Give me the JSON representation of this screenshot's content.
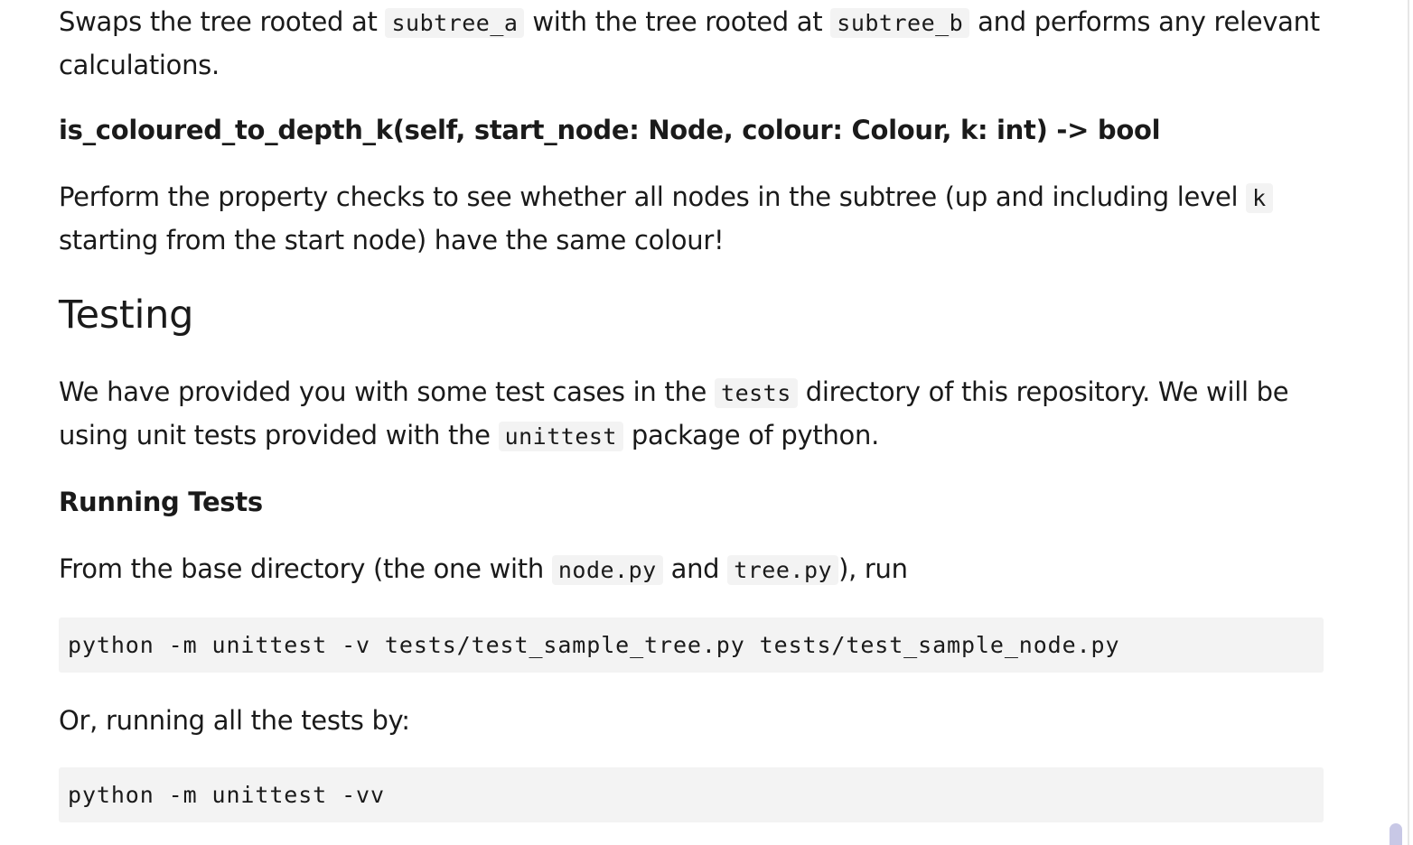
{
  "para_swap": {
    "pre": "Swaps the tree rooted at ",
    "code1": "subtree_a",
    "mid": " with the tree rooted at ",
    "code2": "subtree_b",
    "post": " and performs any relevant",
    "line2": "calculations."
  },
  "fn_signature": "is_coloured_to_depth_k(self, start_node: Node, colour: Colour, k: int) -> bool",
  "para_checks": {
    "pre": "Perform the property checks to see whether all nodes in the subtree (up and including level ",
    "code": "k",
    "line2": "starting from the start node) have the same colour!"
  },
  "testing_heading": "Testing",
  "para_tests": {
    "pre": "We have provided you with some test cases in the ",
    "code1": "tests",
    "mid": " directory of this repository. We will be",
    "line2_pre": "using unit tests provided with the ",
    "code2": "unittest",
    "line2_post": " package of python."
  },
  "running_heading": "Running Tests",
  "para_run": {
    "pre": "From the base directory (the one with ",
    "code1": "node.py",
    "mid": " and ",
    "code2": "tree.py",
    "post": "), run"
  },
  "command_1": "python -m unittest -v tests/test_sample_tree.py tests/test_sample_node.py",
  "para_all": "Or, running all the tests by:",
  "command_2": "python -m unittest -vv",
  "colors": {
    "text": "#1a1a1a",
    "code_bg": "#f3f3f3",
    "scroll_thumb": "#c8c8e6"
  }
}
